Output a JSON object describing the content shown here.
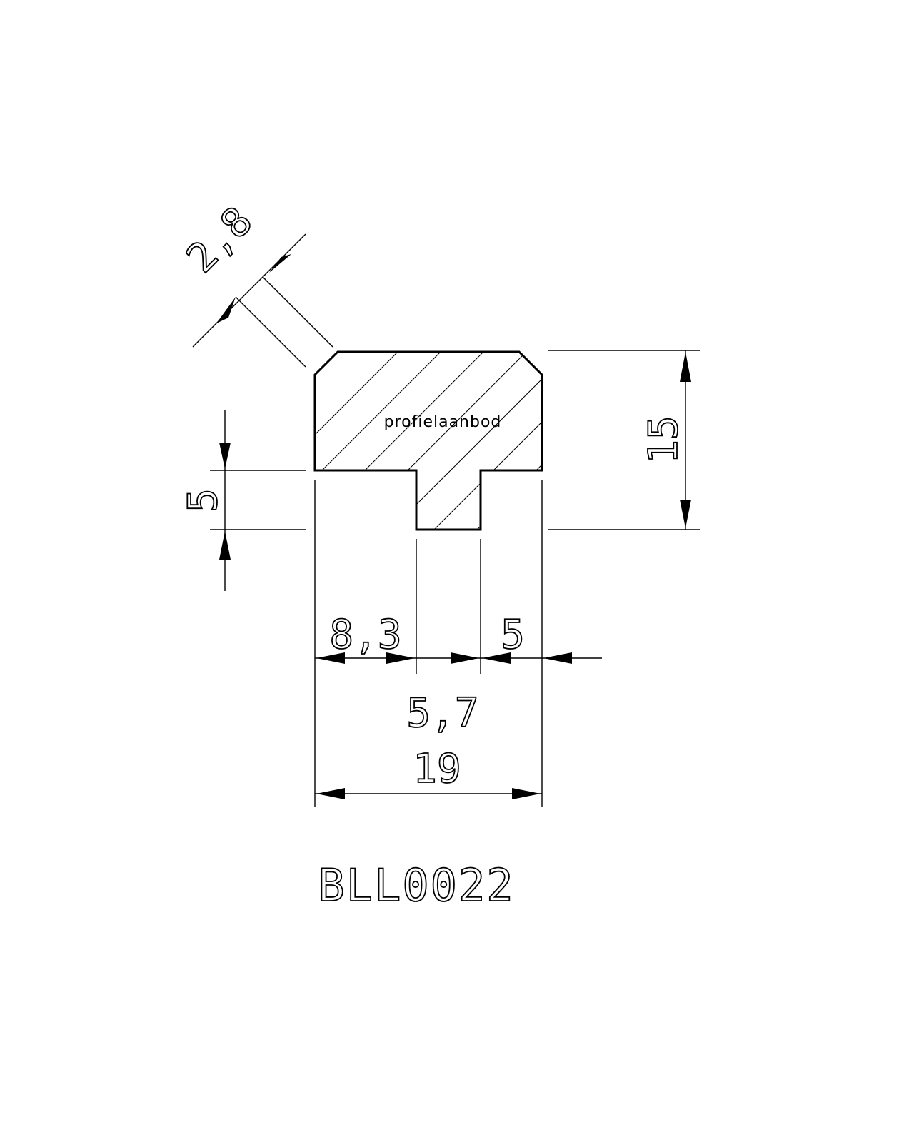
{
  "drawing": {
    "watermark": "profielaanbod",
    "product_code": "BLL0022",
    "dimensions": {
      "chamfer": "2,8",
      "height_total": "15",
      "tongue_height": "5",
      "left_offset": "8,3",
      "tongue_width": "5,7",
      "right_offset": "5",
      "width_total": "19"
    }
  }
}
